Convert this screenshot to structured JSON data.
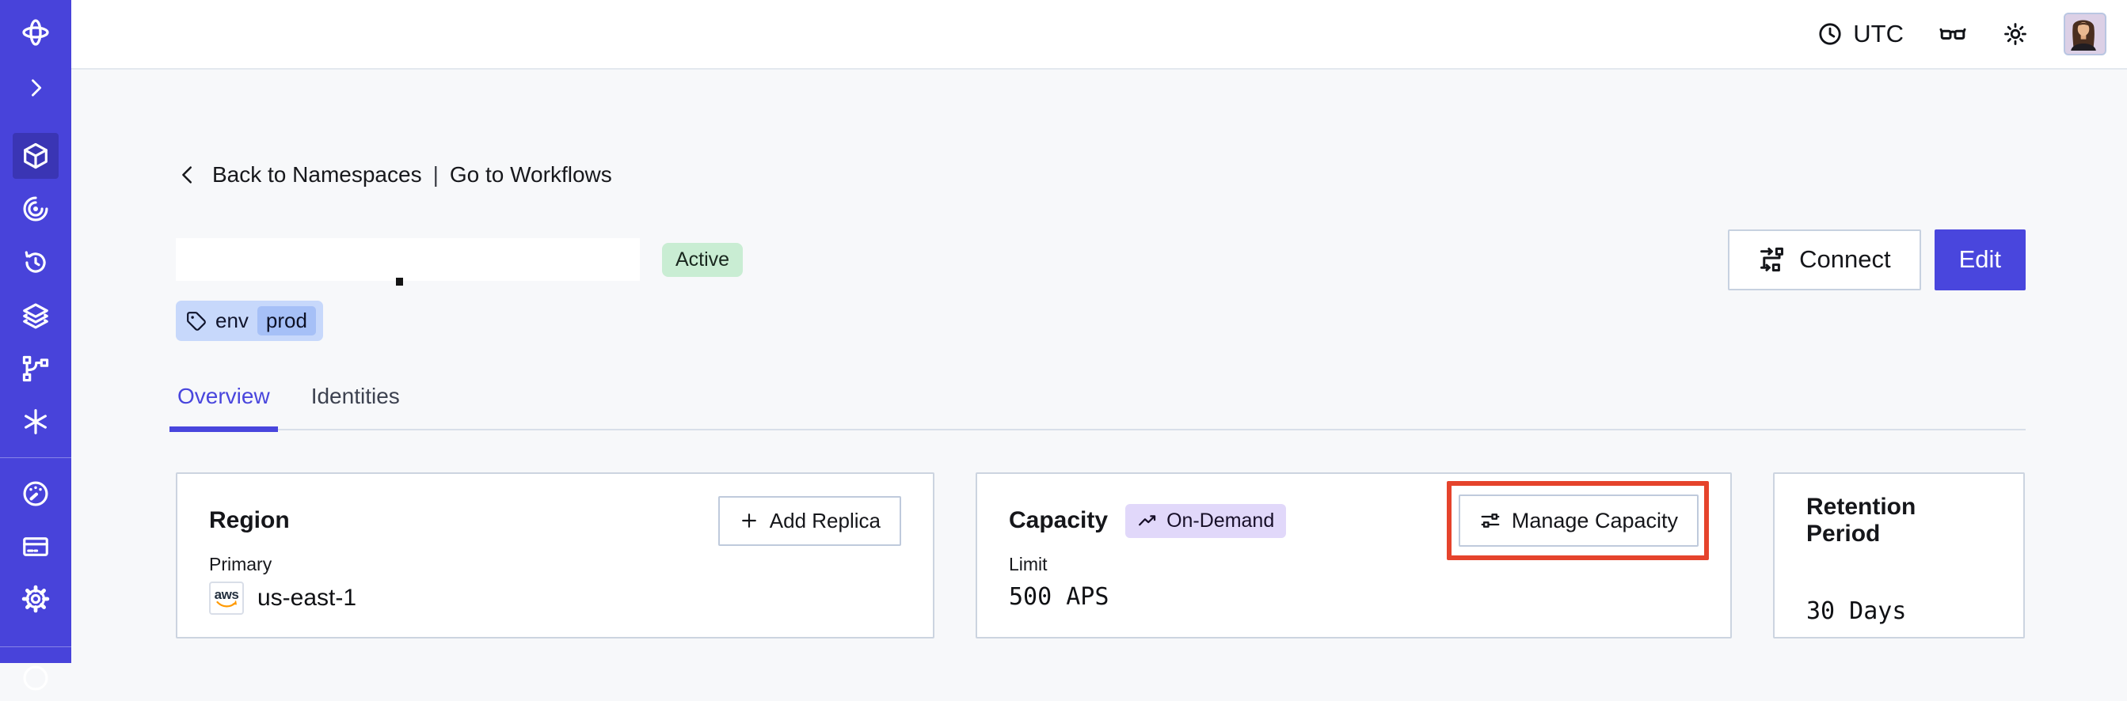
{
  "topbar": {
    "timezone": "UTC",
    "icons": [
      "clock-icon",
      "glasses-icon",
      "sun-icon",
      "avatar"
    ]
  },
  "sidebar": {
    "logo_icon": "temporal-logo",
    "items": [
      {
        "icon": "chevron-right-icon",
        "name": "expand"
      },
      {
        "icon": "cube-icon",
        "name": "namespaces",
        "active": true
      },
      {
        "icon": "spiral-icon",
        "name": "workflows"
      },
      {
        "icon": "retry-clock-icon",
        "name": "schedules"
      },
      {
        "icon": "layers-icon",
        "name": "deployments"
      },
      {
        "icon": "branch-icon",
        "name": "batch"
      },
      {
        "icon": "asterisk-icon",
        "name": "nexus"
      },
      {
        "icon": "gauge-icon",
        "name": "usage"
      },
      {
        "icon": "credit-card-icon",
        "name": "billing"
      },
      {
        "icon": "gear-icon",
        "name": "settings"
      },
      {
        "icon": "circle-icon",
        "name": "support"
      }
    ]
  },
  "breadcrumb": {
    "back_label": "Back to Namespaces",
    "separator": "|",
    "workflows_label": "Go to Workflows"
  },
  "header": {
    "status_badge": "Active",
    "tag": {
      "key": "env",
      "value": "prod"
    },
    "connect_label": "Connect",
    "edit_label": "Edit"
  },
  "tabs": [
    {
      "label": "Overview",
      "active": true
    },
    {
      "label": "Identities",
      "active": false
    }
  ],
  "cards": {
    "region": {
      "title": "Region",
      "button_label": "Add Replica",
      "label": "Primary",
      "provider": "aws",
      "value": "us-east-1"
    },
    "capacity": {
      "title": "Capacity",
      "badge": "On-Demand",
      "button_label": "Manage Capacity",
      "label": "Limit",
      "value": "500 APS"
    },
    "retention": {
      "title": "Retention Period",
      "value": "30 Days"
    }
  },
  "colors": {
    "accent": "#4946dd",
    "sidebar_bg": "#4843da",
    "sidebar_active_bg": "#3a35b4",
    "page_bg": "#f7f8fa",
    "card_border": "#ccd4e0",
    "annotation_red": "#e5432c",
    "active_badge_bg": "#c9edd3",
    "ondemand_badge_bg": "#e1d8fa",
    "tag_bg": "#c7d8fb",
    "tag_chip_bg": "#a6c0f7",
    "aws_orange": "#ff9900"
  }
}
